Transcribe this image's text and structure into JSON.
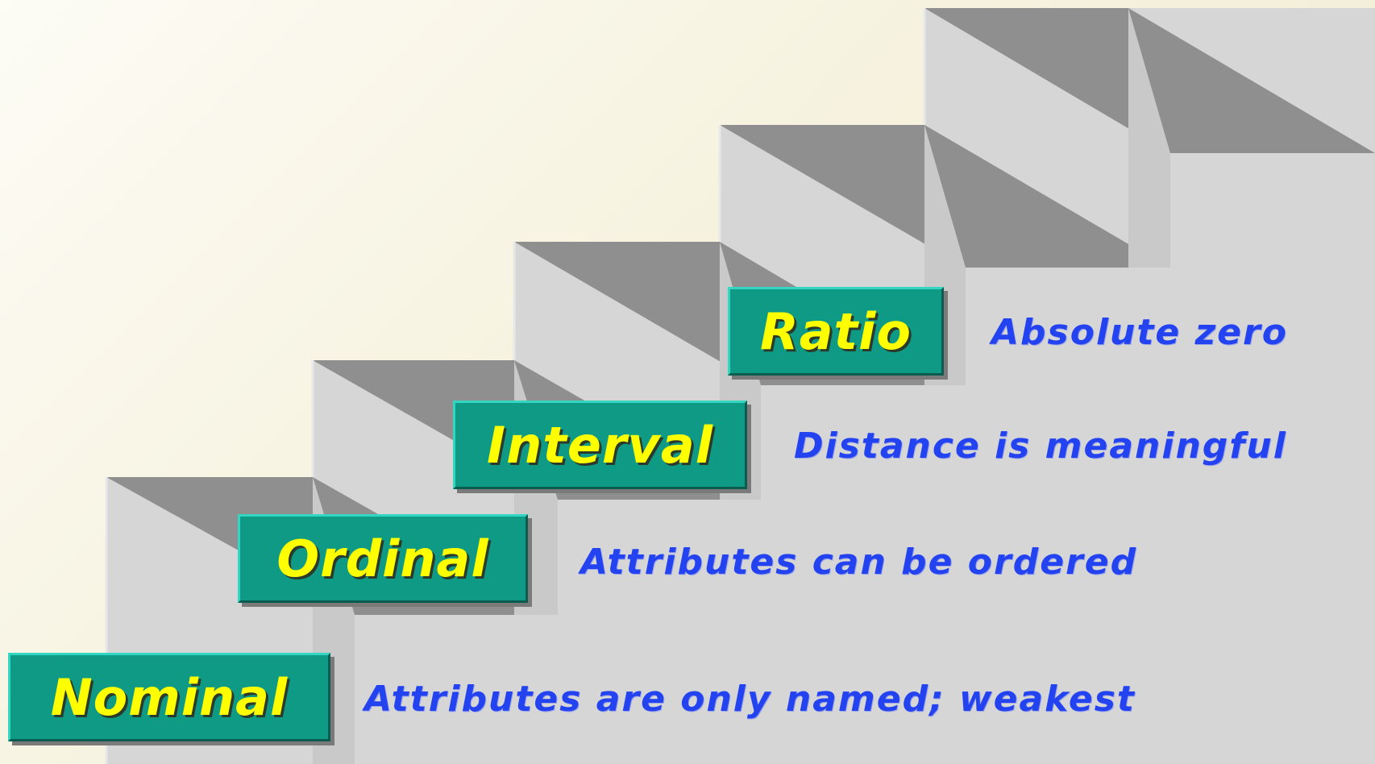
{
  "levels": [
    {
      "name": "Nominal",
      "description": "Attributes are only named; weakest"
    },
    {
      "name": "Ordinal",
      "description": "Attributes can be ordered"
    },
    {
      "name": "Interval",
      "description": "Distance is meaningful"
    },
    {
      "name": "Ratio",
      "description": "Absolute zero"
    }
  ],
  "colors": {
    "label_fill": "#0e9a84",
    "label_text": "#ffff00",
    "description_text": "#2343f0",
    "step_face": "#d6d6d6",
    "step_top": "#8f8f8f"
  }
}
